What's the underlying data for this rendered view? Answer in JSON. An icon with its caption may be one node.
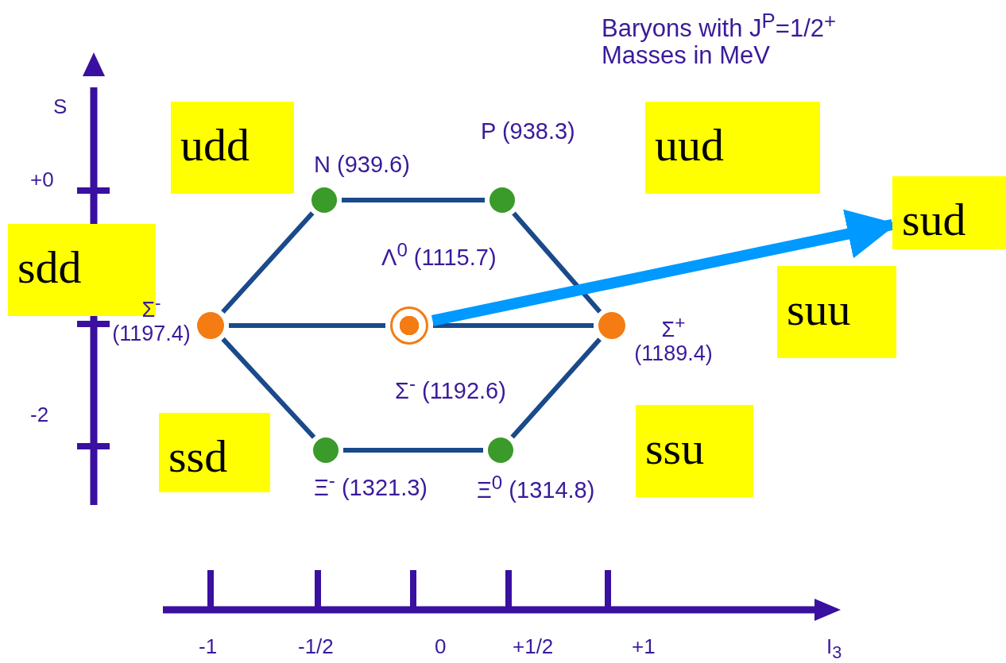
{
  "diagram": {
    "title": "Baryons with J$^{P}$=1/2$^{+}$ Masses in MeV",
    "nodes": [
      {
        "text": [
          "udd"
        ]
      },
      {
        "text": [
          "uud"
        ]
      },
      {
        "text": [],
        "shape": "circle",
        "beside": [
          "N (939.6)"
        ]
      },
      {
        "text": [],
        "shape": "circle",
        "beside": [
          "P  (938.3)"
        ]
      },
      {
        "text": [
          "sud"
        ]
      },
      {
        "text": [
          "sdd"
        ]
      },
      {
        "text": [],
        "shape": "circle",
        "beside": [
          "Σ$^{-}$ (1197.4)"
        ]
      },
      {
        "text": [],
        "shape": "circle",
        "beside": [
          "Λ$^{0}$ (1115.7)",
          "Σ$^{-}$ (1192.6)"
        ]
      },
      {
        "text": [],
        "shape": "circle",
        "beside": [
          "Σ$^{+}$ (1189.4)"
        ]
      },
      {
        "text": [
          "suu"
        ]
      },
      {
        "text": [
          "ssu"
        ]
      },
      {
        "text": [
          "ssd"
        ]
      },
      {
        "text": [],
        "shape": "circle",
        "beside": [
          "Ξ$^{-}$ (1321.3)"
        ]
      },
      {
        "text": [],
        "shape": "circle",
        "beside": [
          "Ξ$^{0}$  (1314.8)"
        ]
      }
    ],
    "edges": [
      {
        "from": 2,
        "to": 3,
        "arrow": "none"
      },
      {
        "from": 3,
        "to": 8,
        "arrow": "none"
      },
      {
        "from": 2,
        "to": 6,
        "arrow": "none"
      },
      {
        "from": 6,
        "to": 7,
        "arrow": "none"
      },
      {
        "from": 7,
        "to": 8,
        "arrow": "none"
      },
      {
        "from": 6,
        "to": 12,
        "arrow": "none"
      },
      {
        "from": 12,
        "to": 13,
        "arrow": "none"
      },
      {
        "from": 13,
        "to": 8,
        "arrow": "none"
      },
      {
        "from": 7,
        "to": 4,
        "arrow": "to",
        "style": "thick",
        "color": "#0099ff"
      }
    ],
    "labels": [
      "S",
      "+0",
      "-2",
      "-1",
      "-1/2",
      "0",
      "+1/2",
      "+1",
      "I$_{3}$"
    ]
  }
}
